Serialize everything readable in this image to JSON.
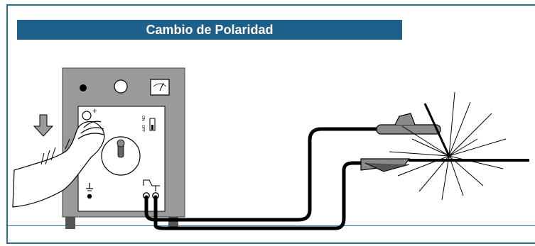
{
  "title": "Cambio de Polaridad",
  "switch_labels": {
    "on": "ON",
    "off": "OFF",
    "plus": "+"
  },
  "colors": {
    "frame": "#2a6d96",
    "title_bg": "#1f5f8b",
    "title_text": "#ffffff",
    "machine_body": "#9a9a9a",
    "panel": "#d9d9d9",
    "cable": "#000000"
  }
}
